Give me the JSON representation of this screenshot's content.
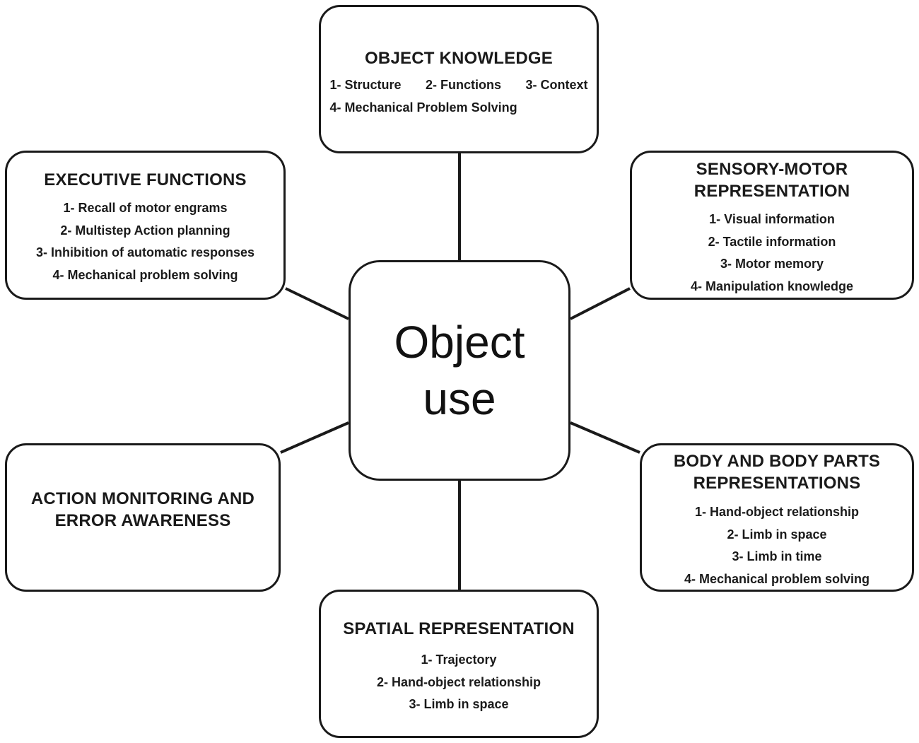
{
  "center": {
    "lines": [
      "Object",
      "use"
    ]
  },
  "object_knowledge": {
    "title": "OBJECT KNOWLEDGE",
    "items": [
      "1- Structure",
      "2- Functions",
      "3- Context",
      "4- Mechanical Problem Solving"
    ]
  },
  "executive_functions": {
    "title": "EXECUTIVE FUNCTIONS",
    "items": [
      "1- Recall of motor engrams",
      "2- Multistep Action planning",
      "3- Inhibition of automatic responses",
      "4- Mechanical problem solving"
    ]
  },
  "sensory_motor": {
    "title_lines": [
      "SENSORY-MOTOR",
      "REPRESENTATION"
    ],
    "items": [
      "1- Visual information",
      "2- Tactile information",
      "3- Motor memory",
      "4- Manipulation knowledge"
    ]
  },
  "action_monitoring": {
    "title_lines": [
      "ACTION MONITORING AND",
      "ERROR AWARENESS"
    ]
  },
  "body_parts": {
    "title_lines": [
      "BODY AND BODY PARTS",
      "REPRESENTATIONS"
    ],
    "items": [
      "1- Hand-object relationship",
      "2- Limb in space",
      "3- Limb in time",
      "4- Mechanical problem solving"
    ]
  },
  "spatial": {
    "title": "SPATIAL REPRESENTATION",
    "items": [
      "1- Trajectory",
      "2- Hand-object relationship",
      "3- Limb in space"
    ]
  },
  "colors": {
    "stroke": "#1a1a1a",
    "background": "#ffffff",
    "text": "#1a1a1a"
  }
}
